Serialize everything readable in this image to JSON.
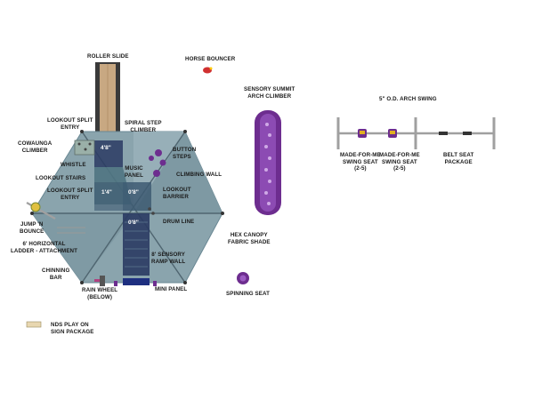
{
  "labels": {
    "roller_slide": "ROLLER SLIDE",
    "horse_bouncer": "HORSE BOUNCER",
    "sensory_summit_arch_climber": "SENSORY SUMMIT\nARCH CLIMBER",
    "arch_swing": "5\" O.D. ARCH SWING",
    "lookout_split_entry_top": "LOOKOUT SPLIT\nENTRY",
    "spiral_step_climber": "SPIRAL STEP\nCLIMBER",
    "cowaunga_climber": "COWAUNGA\nCLIMBER",
    "button_steps": "BUTTON\nSTEPS",
    "whistle": "WHISTLE",
    "music_panel": "MUSIC\nPANEL",
    "climbing_wall": "CLIMBING WALL",
    "lookout_stairs": "LOOKOUT STAIRS",
    "lookout_split_entry_left": "LOOKOUT SPLIT\nENTRY",
    "lookout_barrier": "LOOKOUT\nBARRIER",
    "made_for_me_seat_1": "MADE-FOR-ME\nSWING SEAT\n(2-5)",
    "made_for_me_seat_2": "MADE-FOR-ME\nSWING SEAT\n(2-5)",
    "belt_seat_package": "BELT SEAT\nPACKAGE",
    "jump_n_bounce": "JUMP 'N\nBOUNCE",
    "drum_line": "DRUM LINE",
    "hex_canopy": "HEX CANOPY\nFABRIC SHADE",
    "horizontal_ladder": "6' HORIZONTAL\nLADDER - ATTACHMENT",
    "sensory_ramp_wall": "8' SENSORY\nRAMP WALL",
    "chinning_bar": "CHINNING\nBAR",
    "rain_wheel": "RAIN WHEEL\n(BELOW)",
    "mini_panel": "MINI PANEL",
    "spinning_seat": "SPINNING SEAT",
    "nds_sign": "NDS PLAY ON\nSIGN PACKAGE"
  },
  "deck_heights": {
    "top": "4'8\"",
    "left": "1'4\"",
    "center": "0'8\"",
    "bottom": "0'8\""
  },
  "colors": {
    "canopy": "#8aa4ad",
    "canopy_dark": "#4f7482",
    "deck": "#2a3b63",
    "slide": "#c8a882",
    "purple": "#6d2d8f",
    "frame": "#a0a0a0",
    "yellow": "#e0b020",
    "red": "#d03030"
  }
}
